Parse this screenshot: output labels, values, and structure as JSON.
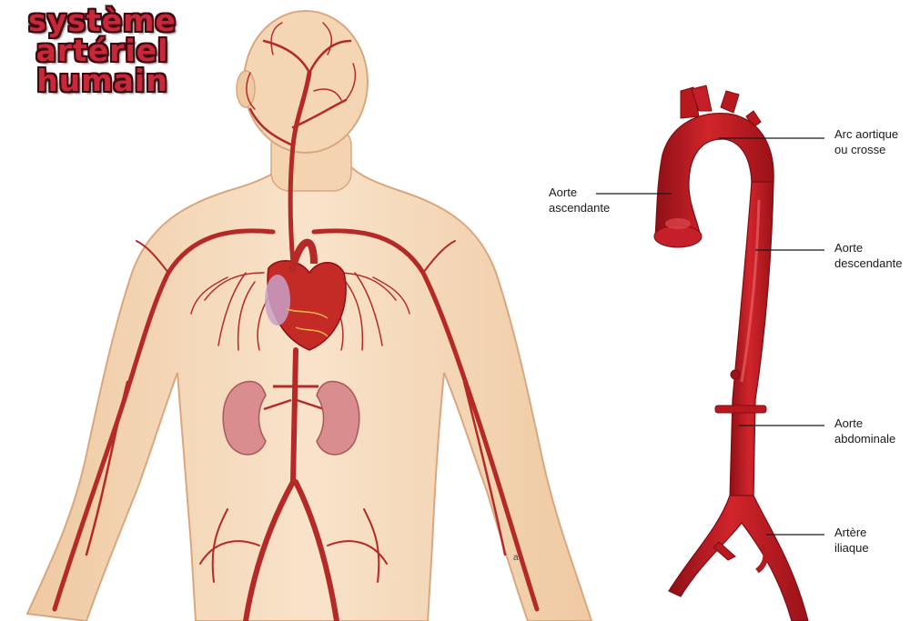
{
  "title": {
    "line1": "système",
    "line2": "artériel",
    "line3": "humain"
  },
  "figure_mark": "a",
  "aorta_labels": {
    "arc_line1": "Arc aortique",
    "arc_line2": "ou crosse",
    "ascending_line1": "Aorte",
    "ascending_line2": "ascendante",
    "descending_line1": "Aorte",
    "descending_line2": "descendante",
    "abdominal_line1": "Aorte",
    "abdominal_line2": "abdominale",
    "iliac_line1": "Artère",
    "iliac_line2": "iliaque"
  },
  "colors": {
    "artery": "#b8191f",
    "artery_dark": "#8e1016",
    "skin": "#f3d6b6",
    "heart": "#c42a26",
    "kidney": "#d98d8e",
    "title": "#c8283a"
  }
}
